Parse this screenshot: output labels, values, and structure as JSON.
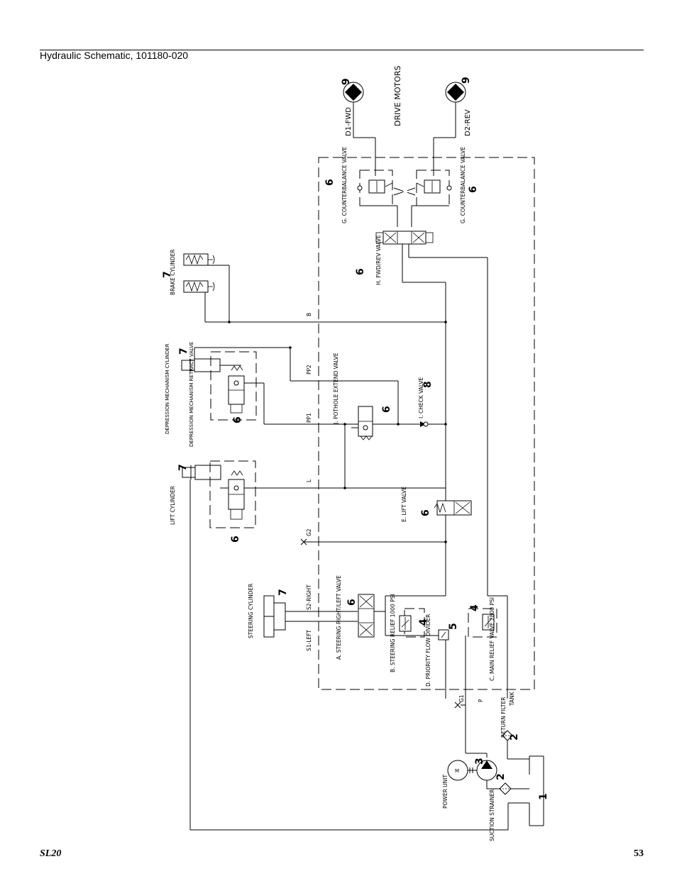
{
  "header": {
    "title": "Hydraulic Schematic, 101180-020"
  },
  "footer": {
    "model": "SL20",
    "page": "53"
  },
  "schematic": {
    "drive_motors": {
      "label": "DRIVE MOTORS",
      "fwd": "D1-FWD",
      "rev": "D2-REV",
      "ref": "9"
    },
    "counterbalance": {
      "label": "G. COUNTERBALANCE VALVE",
      "ref": "6"
    },
    "fwd_rev_valve": {
      "label": "H. FWD/REV VALVE",
      "ref": "6"
    },
    "brake_cylinder": {
      "label": "BRAKE CYLINDER",
      "ref": "7"
    },
    "depression_cylinder": {
      "label": "DEPRESSION MECHANISM CYLINDER",
      "ref": "7"
    },
    "depression_valve": {
      "label": "DEPRESSION MECHANISM RETRACT VALVE",
      "ref": "6"
    },
    "lift_cylinder": {
      "label": "LIFT CYLINDER",
      "ref": "7"
    },
    "lift_valve_box_ref": "6",
    "pothole_valve": {
      "label": "J. POTHOLE EXTEND VALVE",
      "ref": "6"
    },
    "check_valve": {
      "label": "I. CHECK VALVE",
      "ref": "8"
    },
    "lift_valve": {
      "label": "E. LIFT VALVE",
      "ref": "6"
    },
    "steering_cylinder": {
      "label": "STEERING CYLINDER",
      "ref": "7"
    },
    "steering_valve": {
      "label": "A. STEERING RIGHT/LEFT VALVE",
      "ref": "6"
    },
    "steering_relief": {
      "label": "B. STEERING RELIEF 1000 PSI",
      "ref": "4"
    },
    "priority_divider": {
      "label": "D. PRIORITY FLOW DIVIDER",
      "ref": "5"
    },
    "main_relief": {
      "label": "C. MAIN RELIEF VALVE 2800 PSI",
      "ref": "4"
    },
    "return_filter": {
      "label": "RETURN FILTER",
      "ref": "2"
    },
    "power_unit": {
      "label": "POWER UNIT",
      "motor": "M",
      "pump_ref": "3"
    },
    "suction_strainer": {
      "label": "SUCTION STRAINER",
      "ref": "2"
    },
    "tank_ref": "1",
    "ports": {
      "B": "B",
      "PP2": "PP2",
      "PP1": "PP1",
      "L": "L",
      "G2": "G2",
      "S2": "S2-RIGHT",
      "S1": "S1-LEFT",
      "G1": "G1",
      "P": "P",
      "TANK": "TANK"
    }
  }
}
